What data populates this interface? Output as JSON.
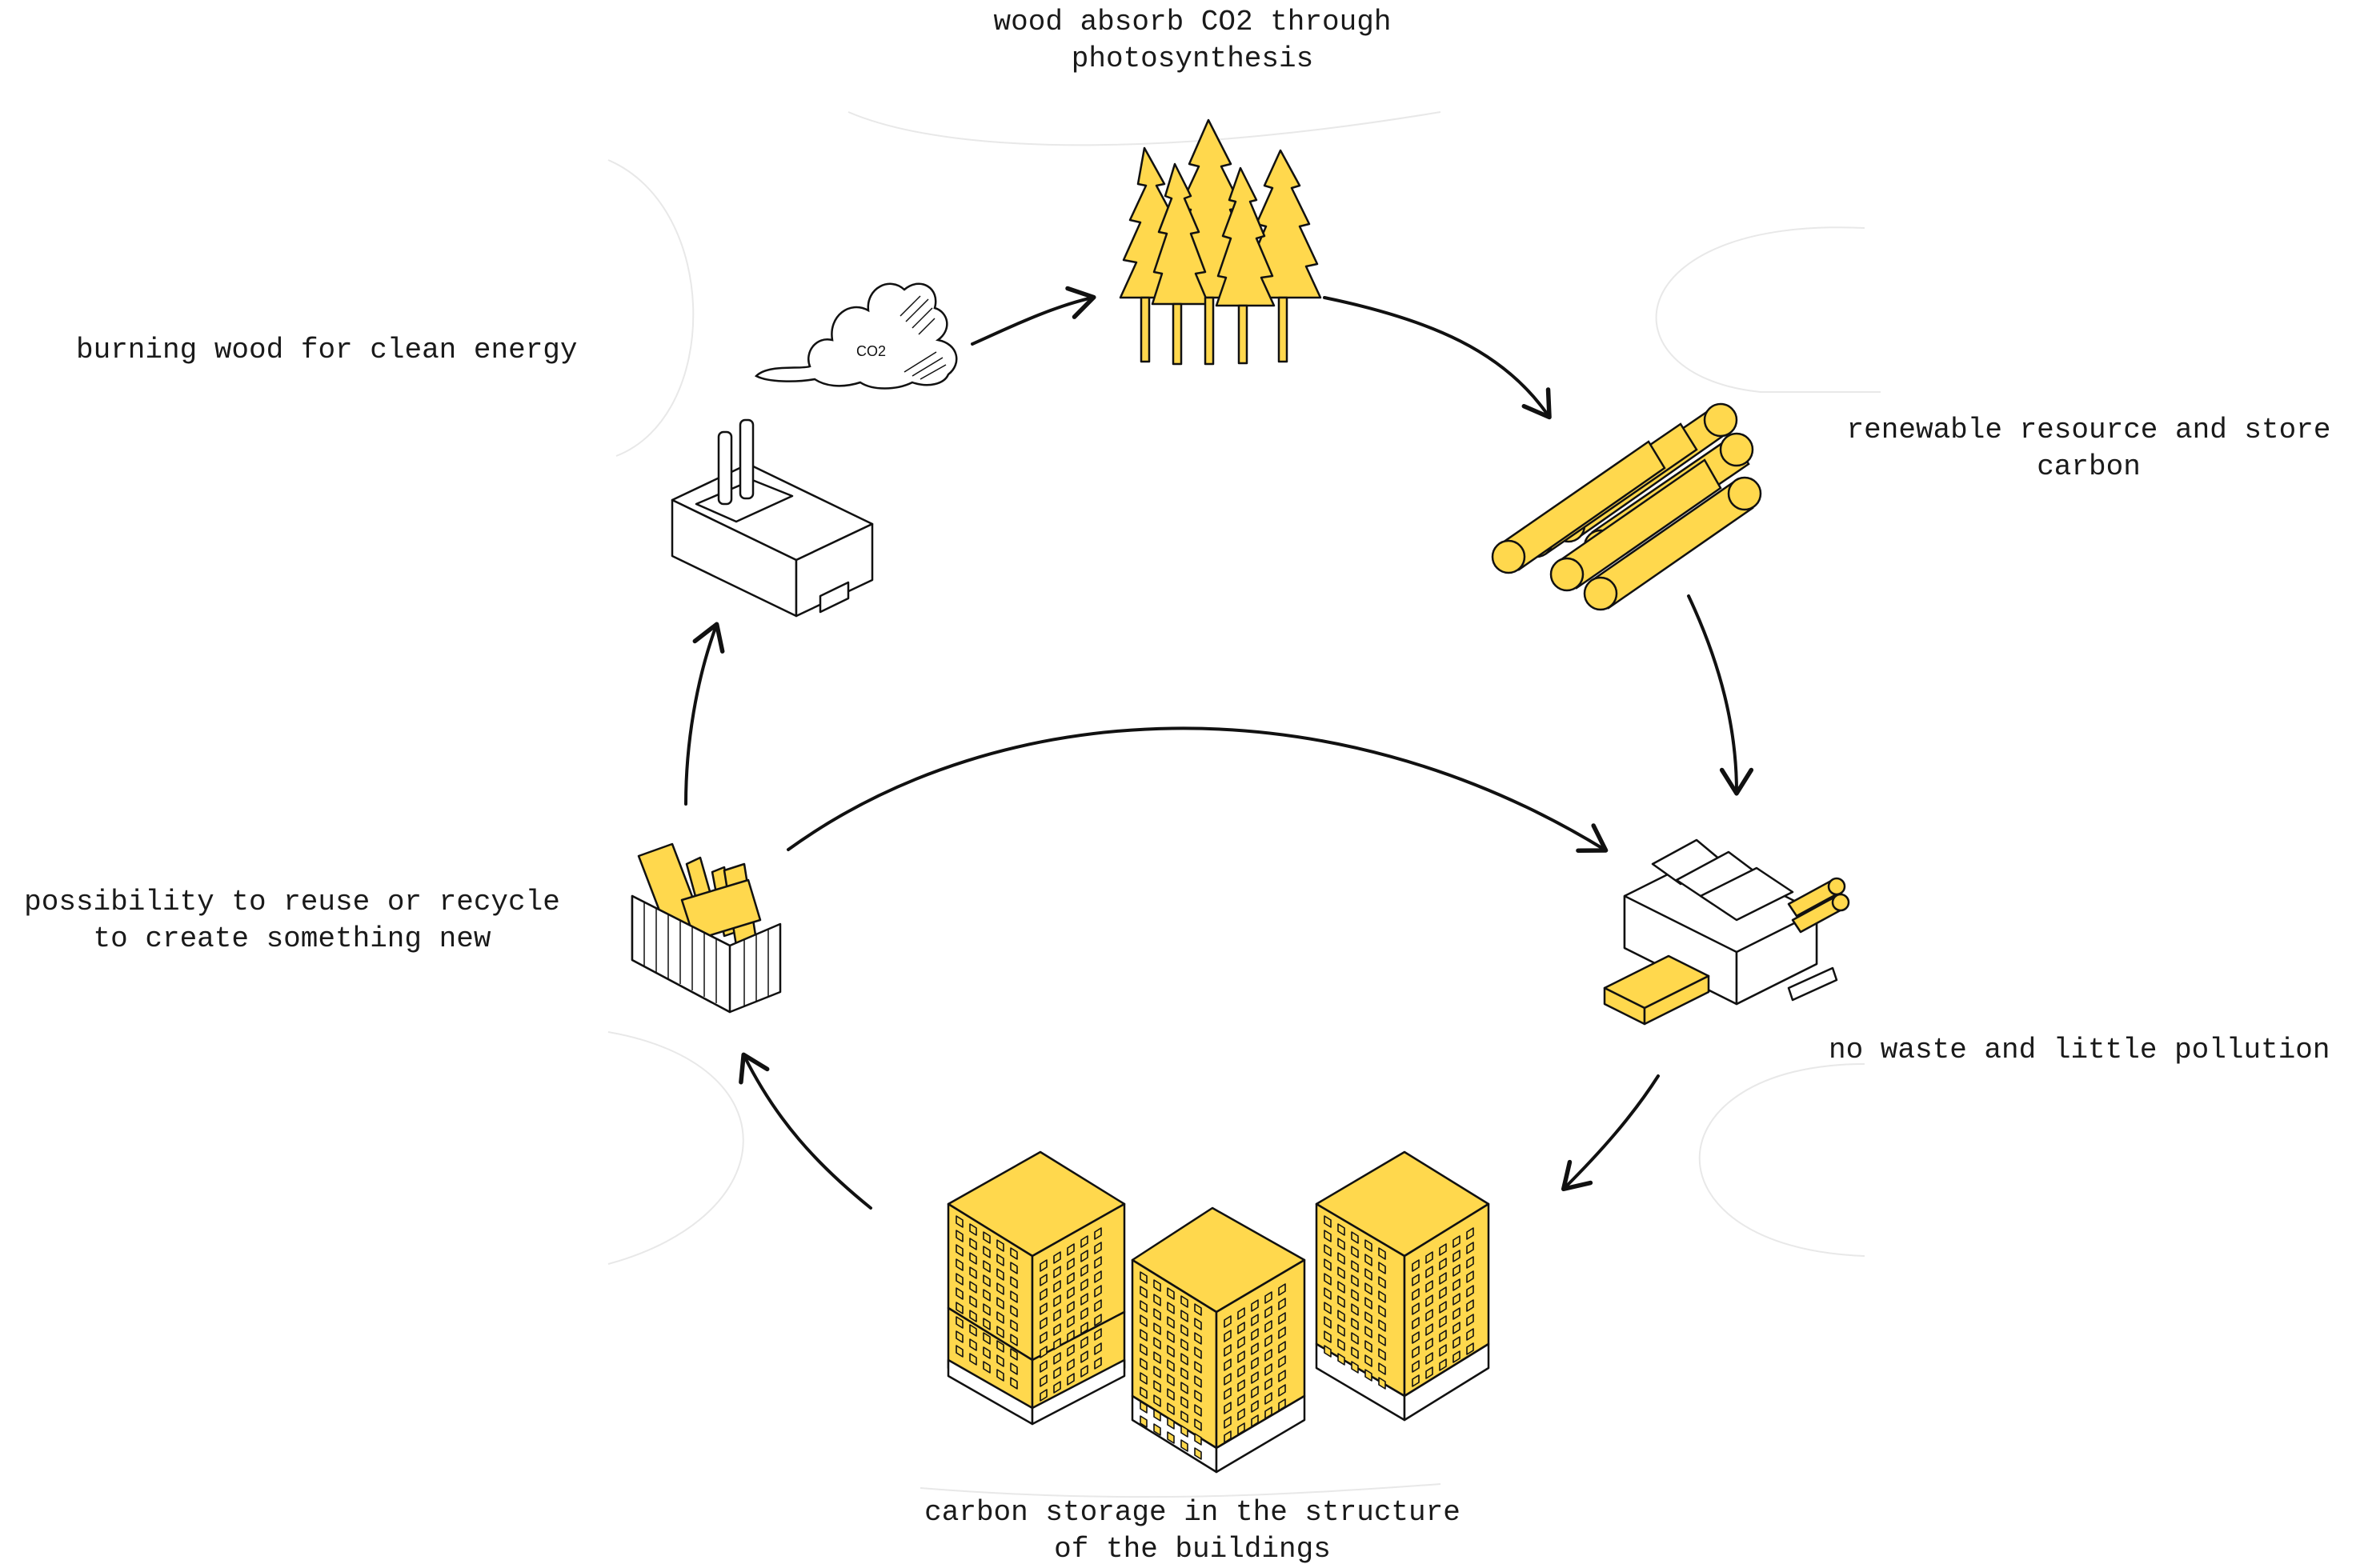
{
  "colors": {
    "wood_yellow": "#FFD84D",
    "stroke": "#111111",
    "background": "#FFFFFF"
  },
  "diagram": {
    "type": "cycle",
    "nodes": [
      {
        "id": "trees",
        "icon": "trees-icon",
        "label_lines": [
          "wood absorb CO2 through",
          "photosynthesis"
        ]
      },
      {
        "id": "logs",
        "icon": "logs-icon",
        "label_lines": [
          "renewable resource and store",
          "carbon"
        ]
      },
      {
        "id": "sawmill",
        "icon": "sawmill-icon",
        "label_lines": [
          "no waste and little pollution"
        ]
      },
      {
        "id": "buildings",
        "icon": "buildings-icon",
        "label_lines": [
          "carbon storage in the structure",
          "of the buildings"
        ]
      },
      {
        "id": "recycle",
        "icon": "recycle-bin-icon",
        "label_lines": [
          "possibility to reuse or recycle",
          "to create something new"
        ]
      },
      {
        "id": "factory",
        "icon": "factory-icon",
        "label_lines": [
          "burning wood for clean energy"
        ]
      },
      {
        "id": "cloud",
        "icon": "co2-cloud-icon",
        "label_lines": []
      }
    ],
    "cloud_text": "CO2",
    "edges": [
      [
        "cloud",
        "trees"
      ],
      [
        "trees",
        "logs"
      ],
      [
        "logs",
        "sawmill"
      ],
      [
        "sawmill",
        "buildings"
      ],
      [
        "buildings",
        "recycle"
      ],
      [
        "recycle",
        "factory"
      ],
      [
        "recycle",
        "sawmill"
      ]
    ]
  }
}
